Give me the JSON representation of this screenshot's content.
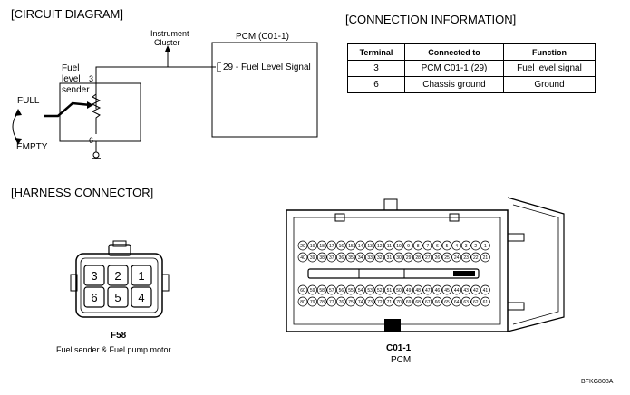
{
  "circuit": {
    "title": "[CIRCUIT DIAGRAM]",
    "instrument_cluster_line1": "Instrument",
    "instrument_cluster_line2": "Cluster",
    "pcm_label": "PCM (C01-1)",
    "pcm_pin": "29 - Fuel Level Signal",
    "sender_line1": "Fuel",
    "sender_line2": "level",
    "sender_line3": "sender",
    "terminal_top": "3",
    "terminal_bottom": "6",
    "full_label": "FULL",
    "empty_label": "EMPTY"
  },
  "connection": {
    "title": "[CONNECTION INFORMATION]",
    "headers": [
      "Terminal",
      "Connected to",
      "Function"
    ],
    "rows": [
      [
        "3",
        "PCM C01-1 (29)",
        "Fuel level signal"
      ],
      [
        "6",
        "Chassis ground",
        "Ground"
      ]
    ]
  },
  "harness": {
    "title": "[HARNESS CONNECTOR]",
    "f58": {
      "id": "F58",
      "caption": "Fuel sender & Fuel pump motor",
      "top_pins": [
        "3",
        "2",
        "1"
      ],
      "bottom_pins": [
        "6",
        "5",
        "4"
      ]
    },
    "c01": {
      "id": "C01-1",
      "caption": "PCM",
      "row1": [
        "20",
        "19",
        "18",
        "17",
        "16",
        "15",
        "14",
        "13",
        "12",
        "11",
        "10",
        "9",
        "8",
        "7",
        "6",
        "5",
        "4",
        "3",
        "2",
        "1"
      ],
      "row2": [
        "40",
        "39",
        "38",
        "37",
        "36",
        "35",
        "34",
        "33",
        "32",
        "31",
        "30",
        "29",
        "28",
        "27",
        "26",
        "25",
        "24",
        "23",
        "22",
        "21"
      ],
      "row3": [
        "60",
        "59",
        "58",
        "57",
        "56",
        "55",
        "54",
        "53",
        "52",
        "51",
        "50",
        "49",
        "48",
        "47",
        "46",
        "45",
        "44",
        "43",
        "42",
        "41"
      ],
      "row4": [
        "80",
        "79",
        "78",
        "77",
        "76",
        "75",
        "74",
        "73",
        "72",
        "71",
        "70",
        "69",
        "68",
        "67",
        "66",
        "65",
        "64",
        "63",
        "62",
        "61"
      ]
    }
  },
  "footer_code": "BFKG808A"
}
